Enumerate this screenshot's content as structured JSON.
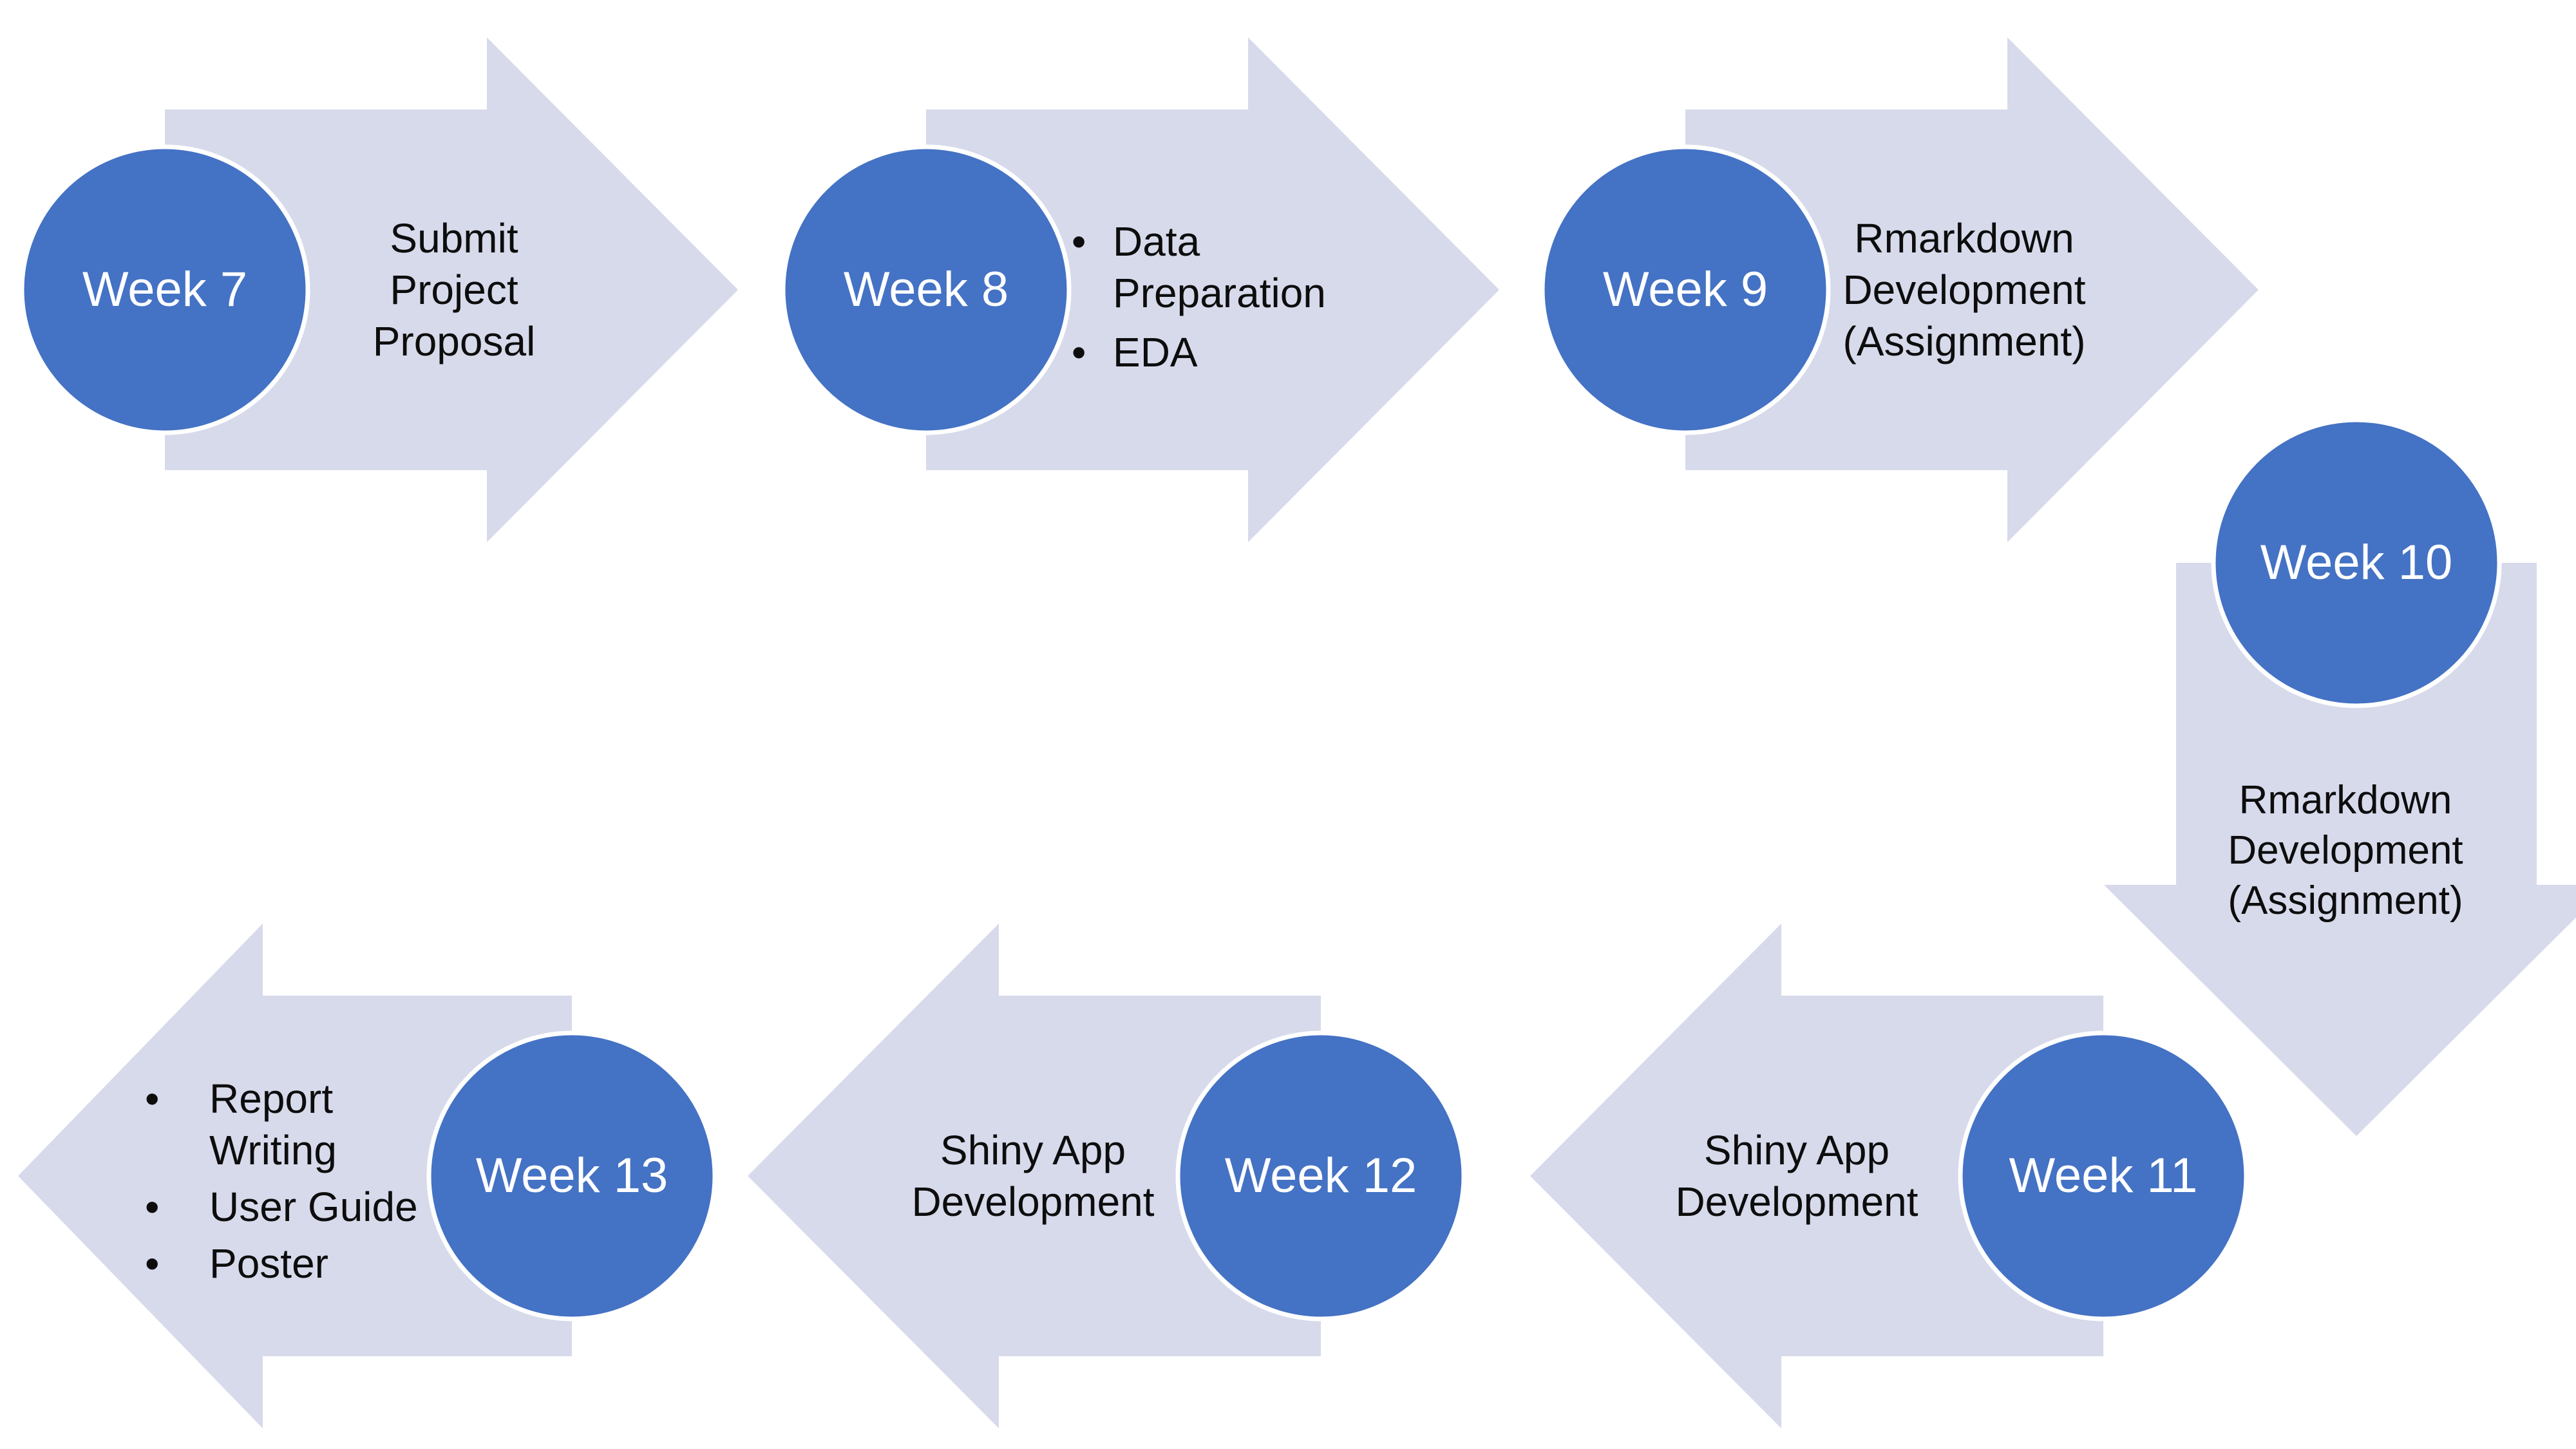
{
  "diagram": {
    "type": "process-flow-timeline",
    "colors": {
      "circle_fill": "#4472C4",
      "circle_stroke": "#FFFFFF",
      "arrow_fill": "#D7DAEB",
      "label_color": "#0D0D0D",
      "week_label_color": "#FFFFFF"
    },
    "steps": [
      {
        "week": "Week 7",
        "arrow_direction": "right",
        "label": "Submit Project Proposal",
        "lines": [
          "Submit",
          "Project",
          "Proposal"
        ]
      },
      {
        "week": "Week 8",
        "arrow_direction": "right",
        "bullets": [
          "Data Preparation",
          "EDA"
        ]
      },
      {
        "week": "Week 9",
        "arrow_direction": "right",
        "label": "Rmarkdown Development (Assignment)",
        "lines": [
          "Rmarkdown",
          "Development",
          "(Assignment)"
        ]
      },
      {
        "week": "Week 10",
        "arrow_direction": "down",
        "label": "Rmarkdown Development (Assignment)",
        "lines": [
          "Rmarkdown",
          "Development",
          "(Assignment)"
        ]
      },
      {
        "week": "Week 11",
        "arrow_direction": "left",
        "label": "Shiny App Development",
        "lines": [
          "Shiny App",
          "Development"
        ]
      },
      {
        "week": "Week 12",
        "arrow_direction": "left",
        "label": "Shiny App Development",
        "lines": [
          "Shiny App",
          "Development"
        ]
      },
      {
        "week": "Week 13",
        "arrow_direction": "left",
        "bullets": [
          "Report Writing",
          "User Guide",
          "Poster"
        ]
      }
    ]
  }
}
